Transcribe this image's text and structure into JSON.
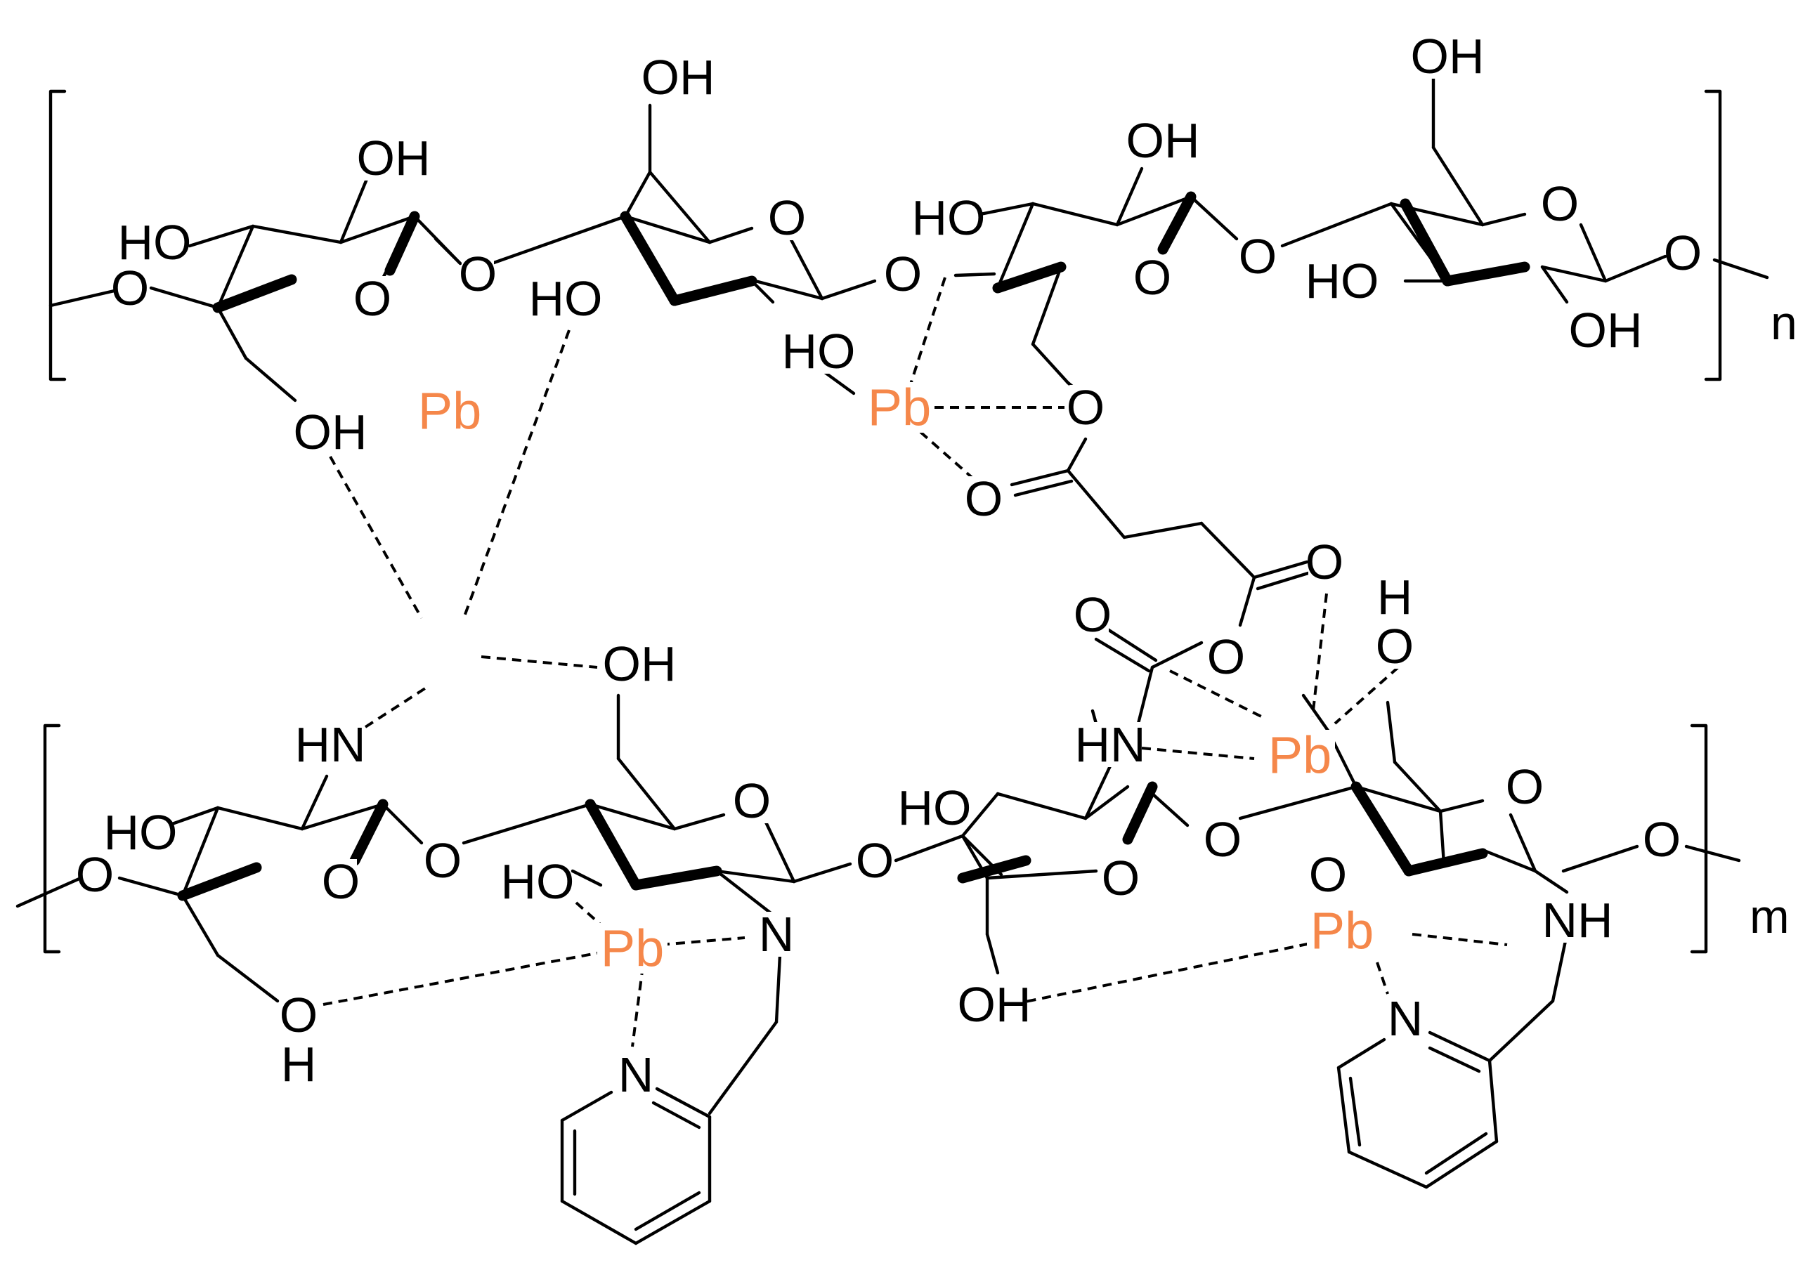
{
  "colors": {
    "ink": "#000000",
    "lead": "#F5874A",
    "background": "#FFFFFF"
  },
  "labels": {
    "OH": "OH",
    "HO": "HO",
    "O": "O",
    "HN": "HN",
    "NH": "NH",
    "N": "N",
    "H": "H",
    "Pb": "Pb"
  },
  "repeat_units": {
    "top": "n",
    "bottom": "m"
  }
}
